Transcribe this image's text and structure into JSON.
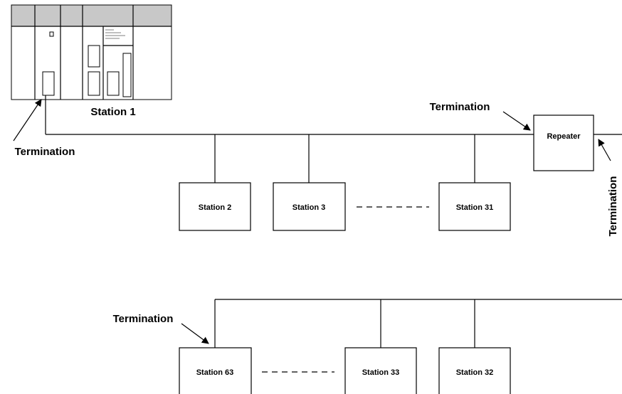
{
  "diagram": {
    "station1": {
      "label": "Station 1"
    },
    "stations_row1": [
      "Station 2",
      "Station 3",
      "Station 31"
    ],
    "stations_row2": [
      "Station 63",
      "Station 33",
      "Station 32"
    ],
    "repeater": {
      "label": "Repeater"
    },
    "termination_labels": {
      "left": "Termination",
      "repeater_top": "Termination",
      "repeater_right": "Termination",
      "lower": "Termination"
    }
  }
}
